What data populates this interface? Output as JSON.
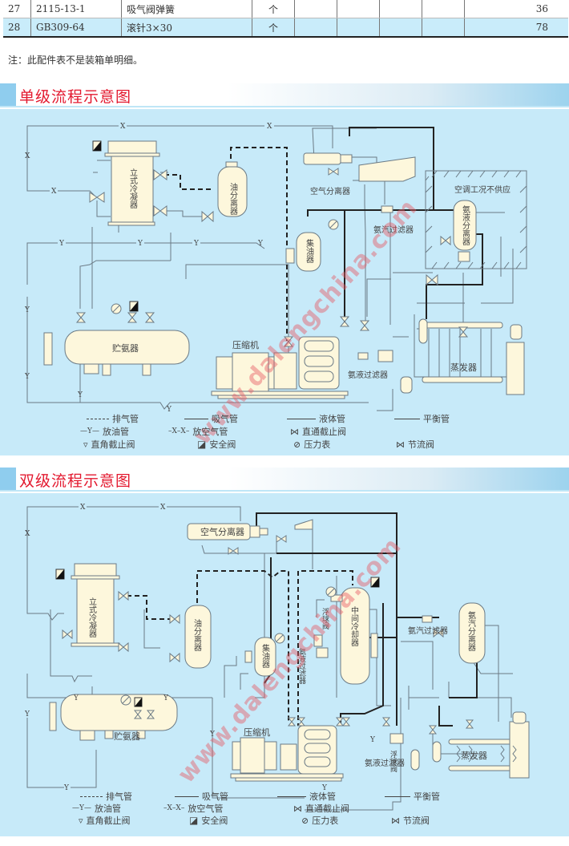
{
  "parts_table": {
    "rows": [
      {
        "no": "27",
        "code": "2115-13-1",
        "name": "吸气阀弹簧",
        "unit": "个",
        "qty": "36"
      },
      {
        "no": "28",
        "code": "GB309-64",
        "name": "滚针3×30",
        "unit": "个",
        "qty": "78"
      }
    ],
    "note": "注：此配件表不是装箱单明细。"
  },
  "colors": {
    "panel_bg": "#c7eaf9",
    "equipment_fill": "#fdf7dc",
    "line": "#6b7a85",
    "heavy_line": "#222222",
    "title_red": "#e3192f",
    "tab_blue": "#8fcdee"
  },
  "single_stage": {
    "title": "单级流程示意图",
    "labels": {
      "vertical_condenser": "立式冷凝器",
      "oil_separator": "油分离器",
      "air_separator": "空气分离器",
      "ac_note": "空调工况不供应",
      "ammonia_liquid_separator": "氨液分离器",
      "ammonia_gas_filter": "氨汽过滤器",
      "oil_collector": "集油器",
      "receiver": "贮氨器",
      "compressor": "压缩机",
      "ammonia_liquid_filter": "氨液过滤器",
      "evaporator": "蒸发器",
      "x": "X",
      "y": "Y"
    }
  },
  "two_stage": {
    "title": "双级流程示意图",
    "labels": {
      "air_separator": "空气分离器",
      "vertical_condenser": "立式冷凝器",
      "oil_separator": "油分离器",
      "oil_collector": "集油器",
      "ammonia_liquid_filter": "氨液过滤器",
      "float_valve": "浮球阀",
      "intercooler": "中间冷却器",
      "ammonia_gas_filter": "氨汽过滤器",
      "ammonia_gas_separator": "氨汽分离器",
      "receiver": "贮氨器",
      "compressor": "压缩机",
      "evaporator": "蒸发器",
      "x": "X",
      "y": "Y"
    }
  },
  "legend": {
    "discharge_pipe": "排气管",
    "suction_pipe": "吸气管",
    "liquid_pipe": "液体管",
    "balance_pipe": "平衡管",
    "oil_drain_pipe": "放油管",
    "air_vent_pipe": "放空气管",
    "straight_stop_valve": "直通截止阀",
    "angle_stop_valve": "直角截止阀",
    "safety_valve": "安全阀",
    "pressure_gauge": "压力表",
    "throttle_valve": "节流阀",
    "sym_y": "Y",
    "sym_x": "X"
  },
  "watermark": "www.dalengchina.com"
}
